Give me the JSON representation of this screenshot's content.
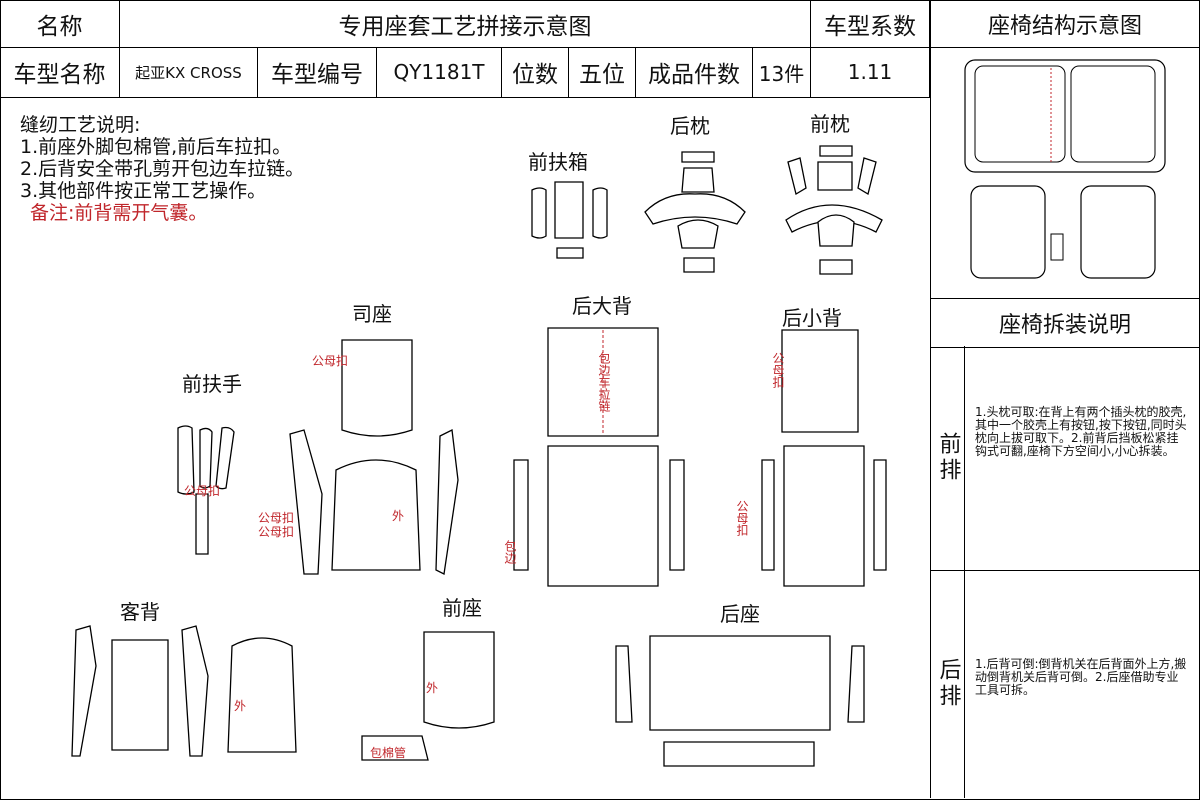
{
  "header": {
    "name_label": "名称",
    "title": "专用座套工艺拼接示意图",
    "coef_label": "车型系数",
    "structure_title": "座椅结构示意图",
    "model_name_label": "车型名称",
    "model_name": "起亚KX CROSS",
    "model_code_label": "车型编号",
    "model_code": "QY1181T",
    "seats_label": "位数",
    "seats_value": "五位",
    "pieces_label": "成品件数",
    "pieces_value": "13件",
    "coef_value": "1.11"
  },
  "instructions": {
    "title": "缝纫工艺说明:",
    "items": [
      "1.前座外脚包棉管,前后车拉扣。",
      "2.后背安全带孔剪开包边车拉链。",
      "3.其他部件按正常工艺操作。"
    ],
    "note": "备注:前背需开气囊。"
  },
  "part_labels": {
    "rear_headrest": "后枕",
    "front_headrest": "前枕",
    "front_armrest_box": "前扶箱",
    "driver_seat": "司座",
    "rear_big_back": "后大背",
    "rear_small_back": "后小背",
    "front_armrest": "前扶手",
    "passenger_back": "客背",
    "front_seat": "前座",
    "rear_seat": "后座"
  },
  "annotations": {
    "snap": "公母扣",
    "outside": "外",
    "piping_zip": "包边车拉链",
    "piping": "包边",
    "cotton_tube": "包棉管"
  },
  "right_panel": {
    "disassembly_title": "座椅拆装说明",
    "front_row_label": "前排",
    "front_row_text": "1.头枕可取:在背上有两个插头枕的胶壳,其中一个胶壳上有按钮,按下按钮,同时头枕向上拔可取下。2.前背后挡板松紧挂钩式可翻,座椅下方空间小,小心拆装。",
    "rear_row_label": "后排",
    "rear_row_text": "1.后背可倒:倒背机关在后背面外上方,搬动倒背机关后背可倒。2.后座借助专业工具可拆。"
  },
  "colors": {
    "annotation_red": "#c0262b",
    "line": "#000000"
  }
}
